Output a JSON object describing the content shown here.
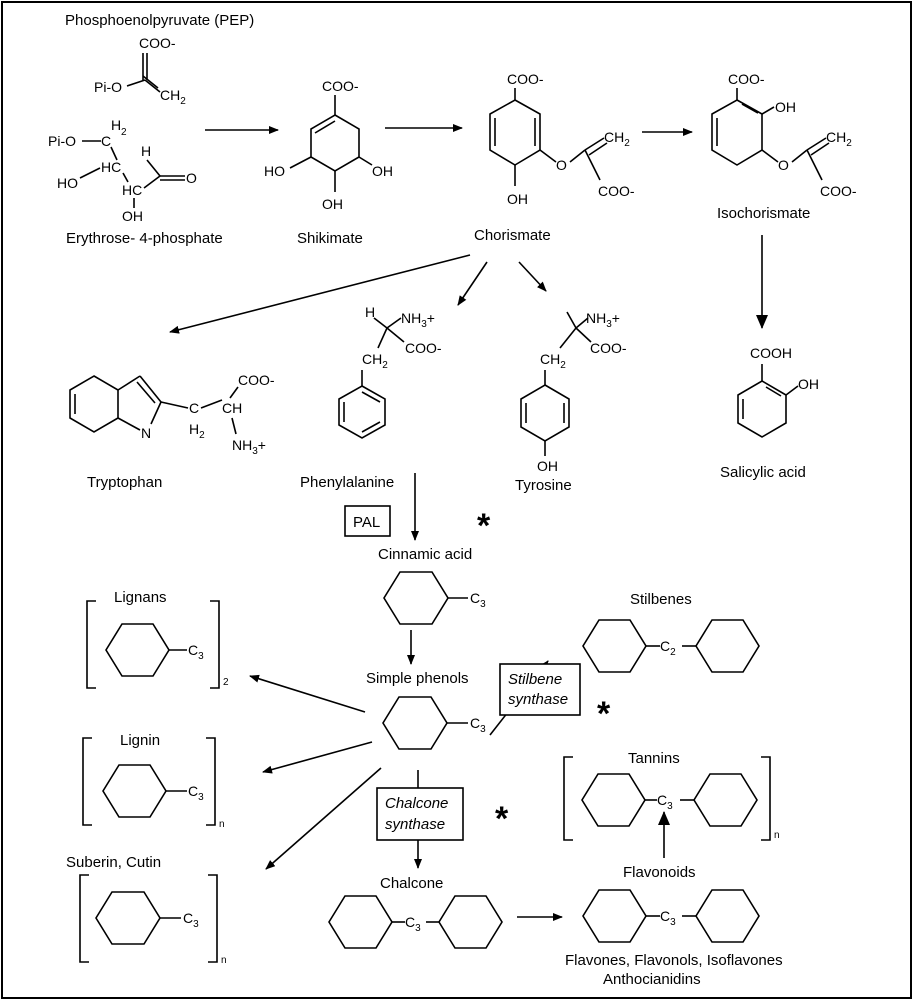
{
  "compounds": {
    "pep": "Phosphoenolpyruvate (PEP)",
    "e4p": "Erythrose- 4-phosphate",
    "shikimate": "Shikimate",
    "chorismate": "Chorismate",
    "isochorismate": "Isochorismate",
    "tryptophan": "Tryptophan",
    "phenylalanine": "Phenylalanine",
    "tyrosine": "Tyrosine",
    "salicylic": "Salicylic acid",
    "cinnamic": "Cinnamic acid",
    "simple_phenols": "Simple phenols",
    "lignans": "Lignans",
    "lignin": "Lignin",
    "suberin": "Suberin, Cutin",
    "stilbenes": "Stilbenes",
    "tannins": "Tannins",
    "flavonoids": "Flavonoids",
    "chalcone": "Chalcone",
    "flavones_1": "Flavones, Flavonols, Isoflavones",
    "flavones_2": "Anthocianidins"
  },
  "enzymes": {
    "pal": "PAL",
    "stilbene_1": "Stilbene",
    "stilbene_2": "synthase",
    "chalcone_1": "Chalcone",
    "chalcone_2": "synthase"
  },
  "marker": "*",
  "groups": {
    "coo": "COO-",
    "cooh": "COOH",
    "oh": "OH",
    "ho": "HO",
    "h": "H",
    "c": "C",
    "n": "N",
    "hc": "HC",
    "pi_o": "Pi-O",
    "pi": "Pi",
    "o": "O",
    "nh3": "NH",
    "plus": "+",
    "ch": "CH",
    "c3": "C",
    "c2": "C",
    "two": "2",
    "three": "3",
    "n_sub": "n"
  }
}
